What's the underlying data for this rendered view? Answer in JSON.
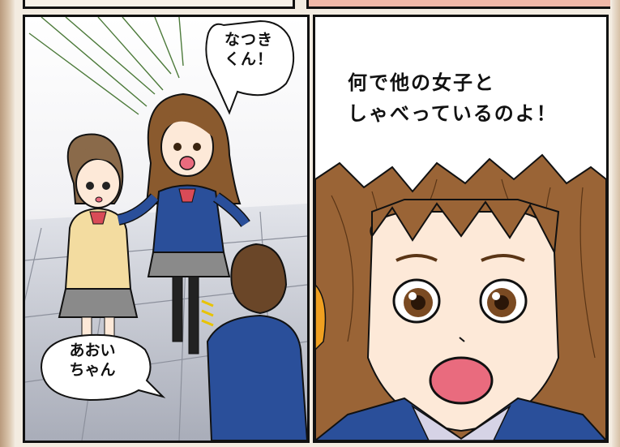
{
  "panels": {
    "left": {
      "speech_top": "なつき\nくん！",
      "speech_bottom": "あおい\nちゃん"
    },
    "right": {
      "speech": "何で他の女子と\nしゃべっているのよ！"
    }
  },
  "colors": {
    "outline": "#111111",
    "blazer": "#2a4f9a",
    "hair": "#8a5a2e",
    "skirt": "#8a8a8a",
    "cardigan": "#f3dca0",
    "mouth": "#e96b7e"
  }
}
